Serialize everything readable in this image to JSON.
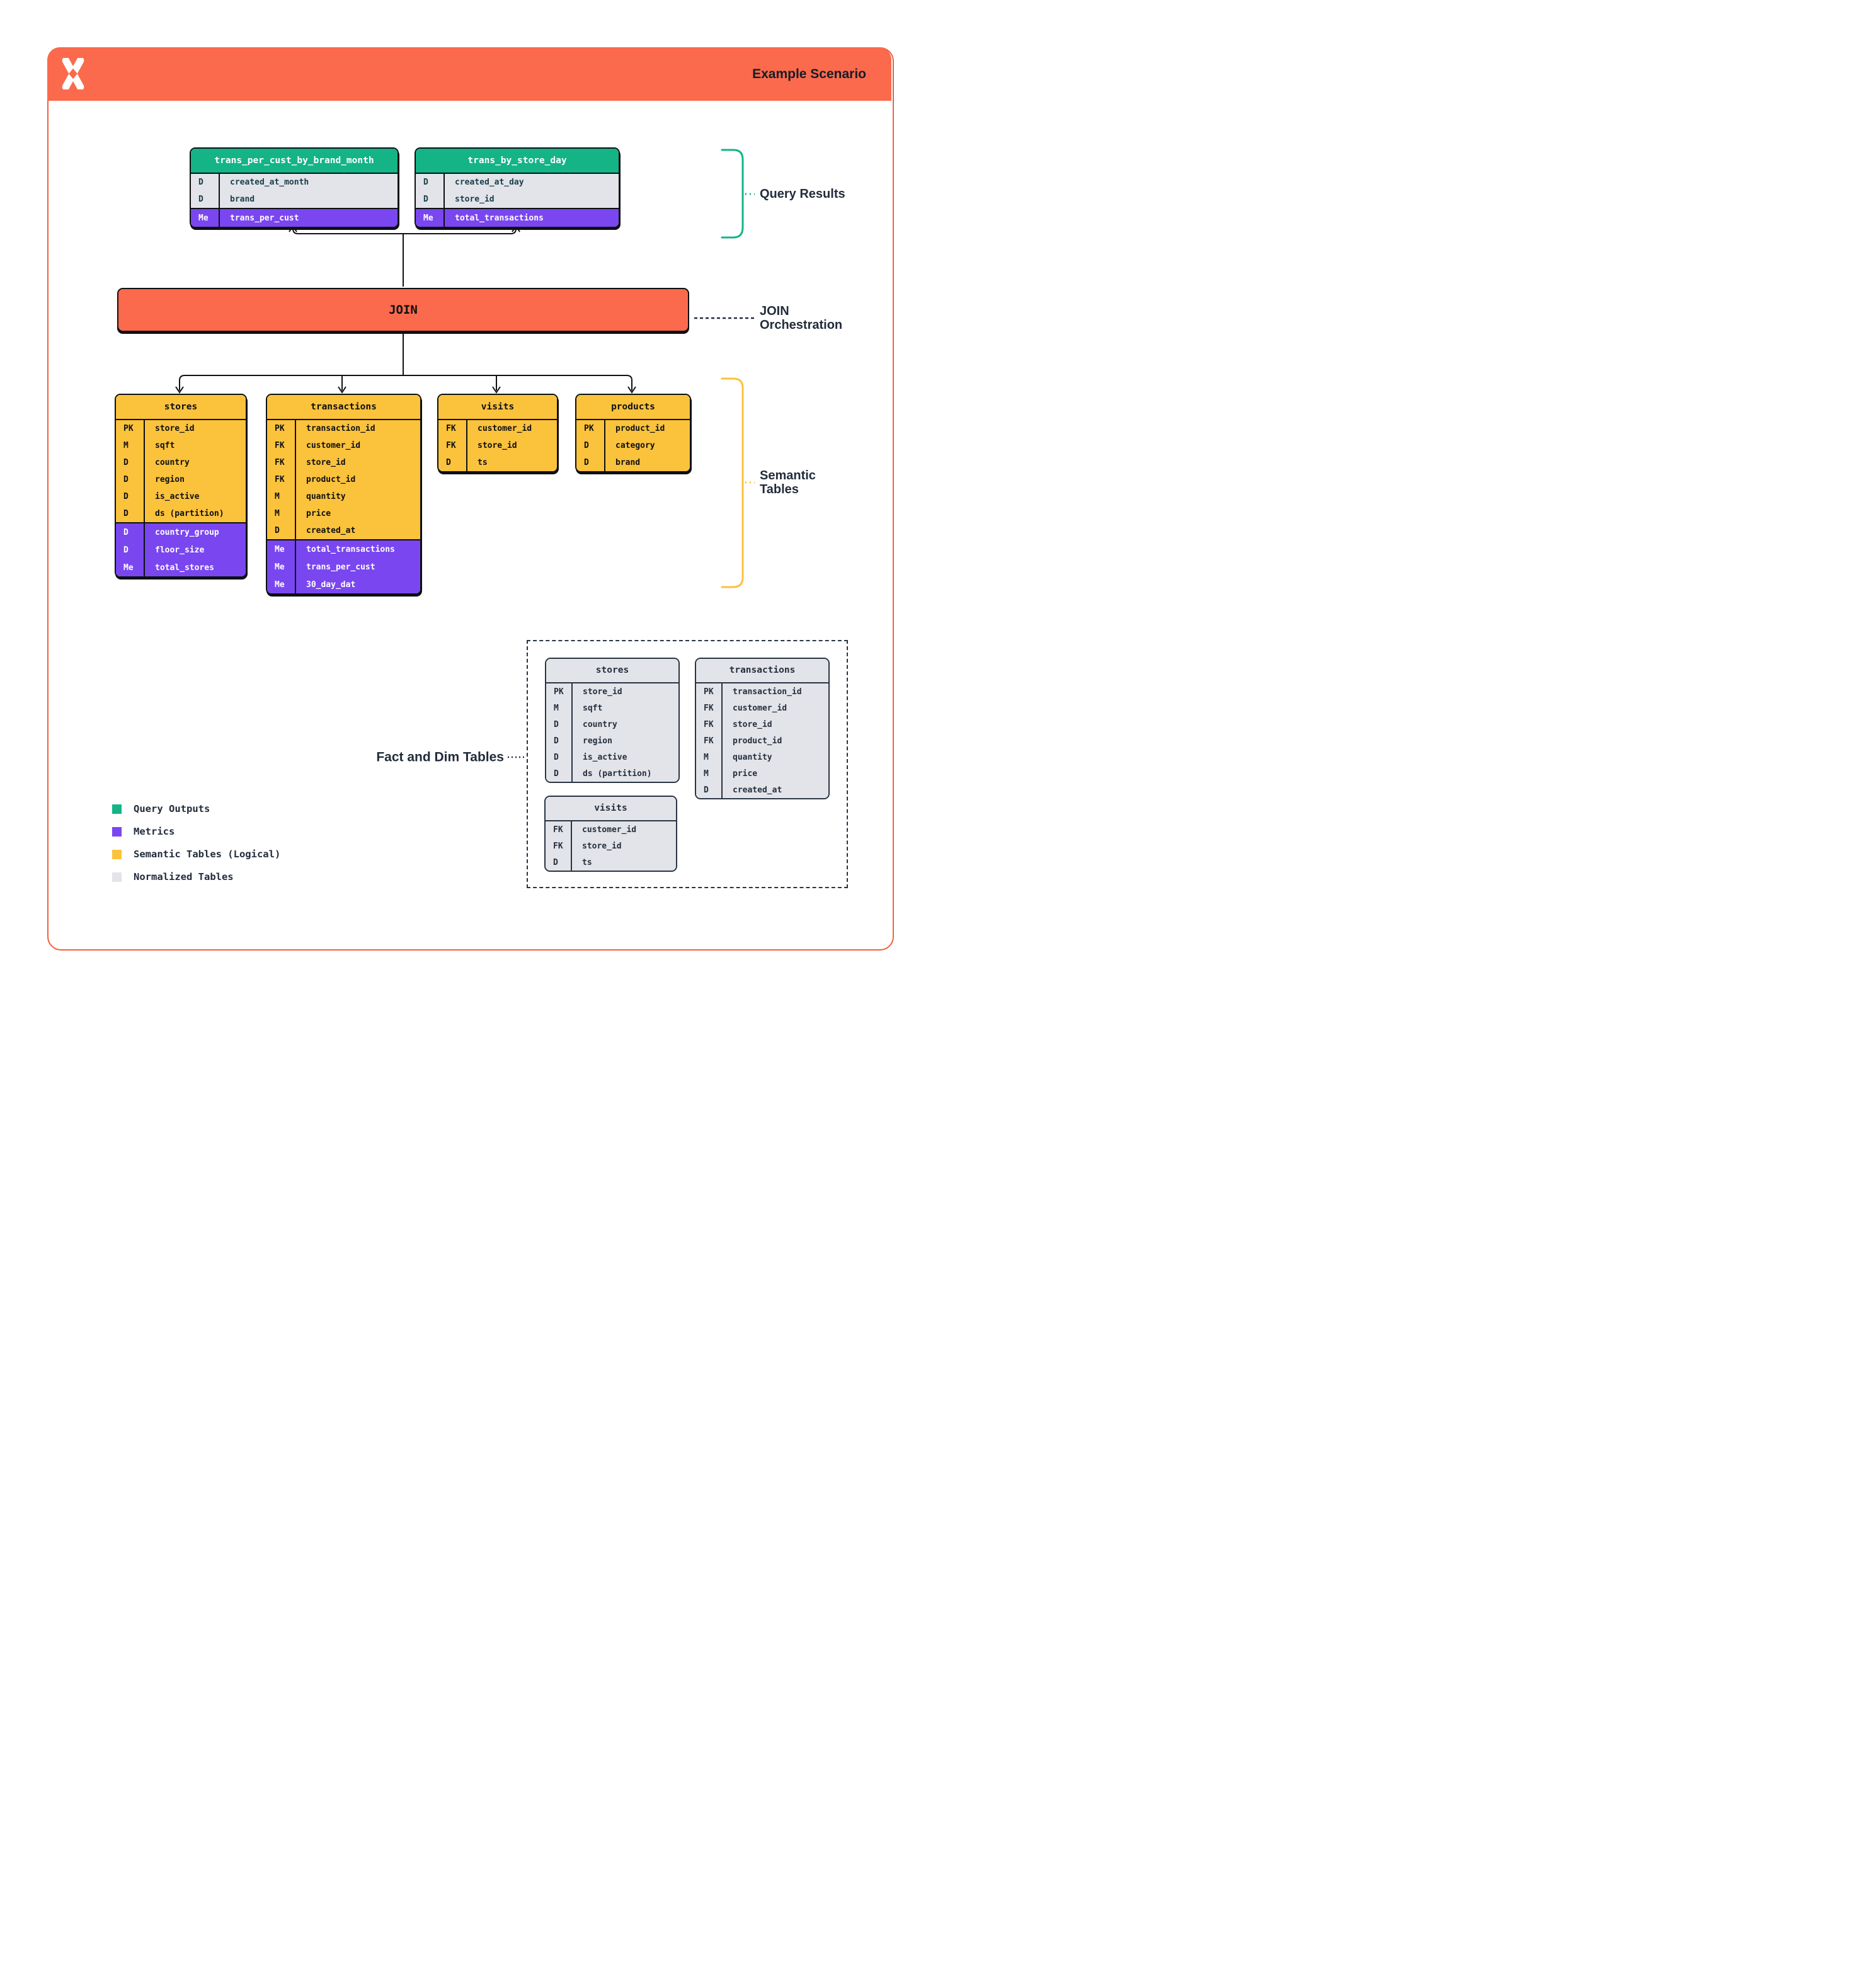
{
  "header": {
    "title": "Example Scenario"
  },
  "join": {
    "label": "JOIN"
  },
  "callouts": {
    "query_results": "Query Results",
    "join_orchestration": "JOIN Orchestration",
    "semantic_tables": "Semantic Tables",
    "fact_dim": "Fact and Dim Tables"
  },
  "colors": {
    "orange": "#FB6A4C",
    "green": "#14B487",
    "purple": "#7A46F0",
    "yellow": "#FBC23C",
    "light_gray": "#E2E4E9",
    "navy": "#222C3B"
  },
  "tables": {
    "query_results": [
      {
        "name": "trans_per_cust_by_brand_month",
        "sections": [
          {
            "style": "dims",
            "rows": [
              [
                "D",
                "created_at_month"
              ],
              [
                "D",
                "brand"
              ]
            ]
          },
          {
            "style": "metrics",
            "rows": [
              [
                "Me",
                "trans_per_cust"
              ]
            ]
          }
        ]
      },
      {
        "name": "trans_by_store_day",
        "sections": [
          {
            "style": "dims",
            "rows": [
              [
                "D",
                "created_at_day"
              ],
              [
                "D",
                "store_id"
              ]
            ]
          },
          {
            "style": "metrics",
            "rows": [
              [
                "Me",
                "total_transactions"
              ]
            ]
          }
        ]
      }
    ],
    "semantic": [
      {
        "name": "stores",
        "sections": [
          {
            "style": "semantic",
            "rows": [
              [
                "PK",
                "store_id"
              ],
              [
                "M",
                "sqft"
              ],
              [
                "D",
                "country"
              ],
              [
                "D",
                "region"
              ],
              [
                "D",
                "is_active"
              ],
              [
                "D",
                "ds (partition)"
              ]
            ]
          },
          {
            "style": "metrics",
            "rows": [
              [
                "D",
                "country_group"
              ],
              [
                "D",
                "floor_size"
              ],
              [
                "Me",
                "total_stores"
              ]
            ]
          }
        ]
      },
      {
        "name": "transactions",
        "sections": [
          {
            "style": "semantic",
            "rows": [
              [
                "PK",
                "transaction_id"
              ],
              [
                "FK",
                "customer_id"
              ],
              [
                "FK",
                "store_id"
              ],
              [
                "FK",
                "product_id"
              ],
              [
                "M",
                "quantity"
              ],
              [
                "M",
                "price"
              ],
              [
                "D",
                "created_at"
              ]
            ]
          },
          {
            "style": "metrics",
            "rows": [
              [
                "Me",
                "total_transactions"
              ],
              [
                "Me",
                "trans_per_cust"
              ],
              [
                "Me",
                "30_day_dat"
              ]
            ]
          }
        ]
      },
      {
        "name": "visits",
        "sections": [
          {
            "style": "semantic",
            "rows": [
              [
                "FK",
                "customer_id"
              ],
              [
                "FK",
                "store_id"
              ],
              [
                "D",
                "ts"
              ]
            ]
          }
        ]
      },
      {
        "name": "products",
        "sections": [
          {
            "style": "semantic",
            "rows": [
              [
                "PK",
                "product_id"
              ],
              [
                "D",
                "category"
              ],
              [
                "D",
                "brand"
              ]
            ]
          }
        ]
      }
    ],
    "normalized": [
      {
        "name": "stores",
        "sections": [
          {
            "style": "normalized",
            "rows": [
              [
                "PK",
                "store_id"
              ],
              [
                "M",
                "sqft"
              ],
              [
                "D",
                "country"
              ],
              [
                "D",
                "region"
              ],
              [
                "D",
                "is_active"
              ],
              [
                "D",
                "ds (partition)"
              ]
            ]
          }
        ]
      },
      {
        "name": "transactions",
        "sections": [
          {
            "style": "normalized",
            "rows": [
              [
                "PK",
                "transaction_id"
              ],
              [
                "FK",
                "customer_id"
              ],
              [
                "FK",
                "store_id"
              ],
              [
                "FK",
                "product_id"
              ],
              [
                "M",
                "quantity"
              ],
              [
                "M",
                "price"
              ],
              [
                "D",
                "created_at"
              ]
            ]
          }
        ]
      },
      {
        "name": "visits",
        "sections": [
          {
            "style": "normalized",
            "rows": [
              [
                "FK",
                "customer_id"
              ],
              [
                "FK",
                "store_id"
              ],
              [
                "D",
                "ts"
              ]
            ]
          }
        ]
      }
    ]
  },
  "legend": [
    {
      "label": "Query Outputs",
      "color": "#14B487"
    },
    {
      "label": "Metrics",
      "color": "#7A46F0"
    },
    {
      "label": "Semantic Tables (Logical)",
      "color": "#FBC23C"
    },
    {
      "label": "Normalized Tables",
      "color": "#E2E4E9"
    }
  ]
}
